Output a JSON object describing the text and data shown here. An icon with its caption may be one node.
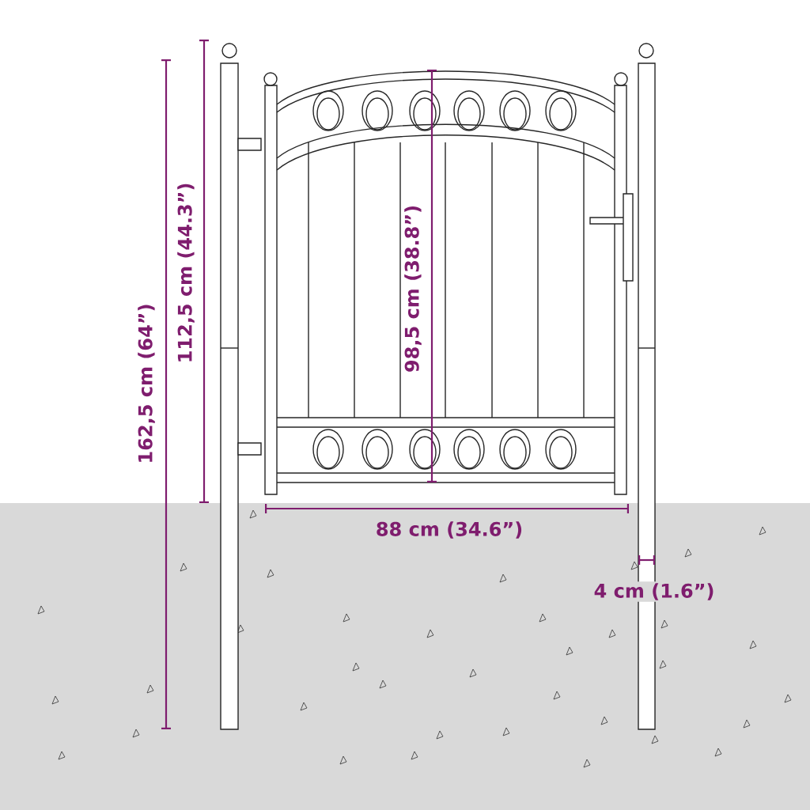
{
  "diagram": {
    "labels": [
      "162,5 cm (64”)",
      "112,5 cm (44.3”)",
      "98,5 cm (38.8”)",
      "88 cm (34.6”)",
      "4 cm (1.6”)"
    ]
  }
}
